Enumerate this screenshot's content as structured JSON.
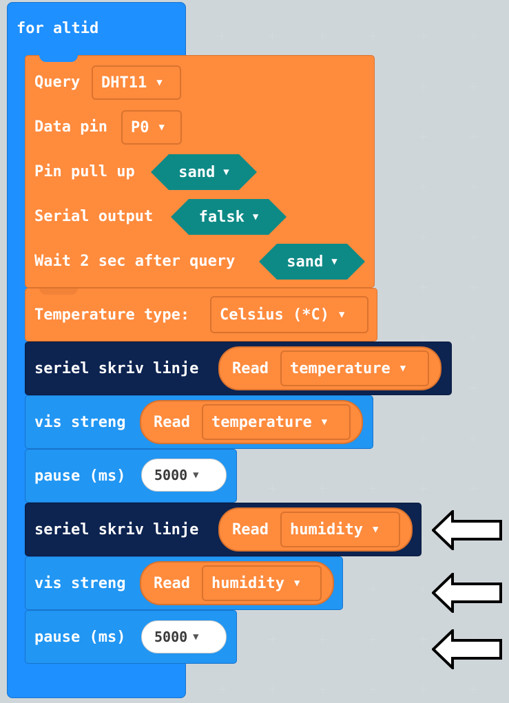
{
  "forever_label": "for altid",
  "dht": {
    "query_label": "Query",
    "query_value": "DHT11",
    "data_pin_label": "Data pin",
    "data_pin_value": "P0",
    "pull_up_label": "Pin pull up",
    "pull_up_value": "sand",
    "serial_output_label": "Serial output",
    "serial_output_value": "falsk",
    "wait_label": "Wait 2 sec after query",
    "wait_value": "sand"
  },
  "temp_type": {
    "label": "Temperature type:",
    "value": "Celsius (*C)"
  },
  "blocks": [
    {
      "kind": "serial",
      "label": "seriel skriv linje",
      "reporter": "Read",
      "value": "temperature"
    },
    {
      "kind": "show",
      "label": "vis streng",
      "reporter": "Read",
      "value": "temperature"
    },
    {
      "kind": "pause",
      "label": "pause (ms)",
      "value": "5000"
    },
    {
      "kind": "serial",
      "label": "seriel skriv linje",
      "reporter": "Read",
      "value": "humidity"
    },
    {
      "kind": "show",
      "label": "vis streng",
      "reporter": "Read",
      "value": "humidity"
    },
    {
      "kind": "pause",
      "label": "pause (ms)",
      "value": "5000"
    }
  ],
  "dropdown_glyph": "▼",
  "colors": {
    "loops": "#1e90ff",
    "dht": "#ff8b3d",
    "serial": "#0d2350",
    "basic": "#2196f3",
    "boolean": "#0e8a86",
    "workspace": "#ecf0f1"
  }
}
